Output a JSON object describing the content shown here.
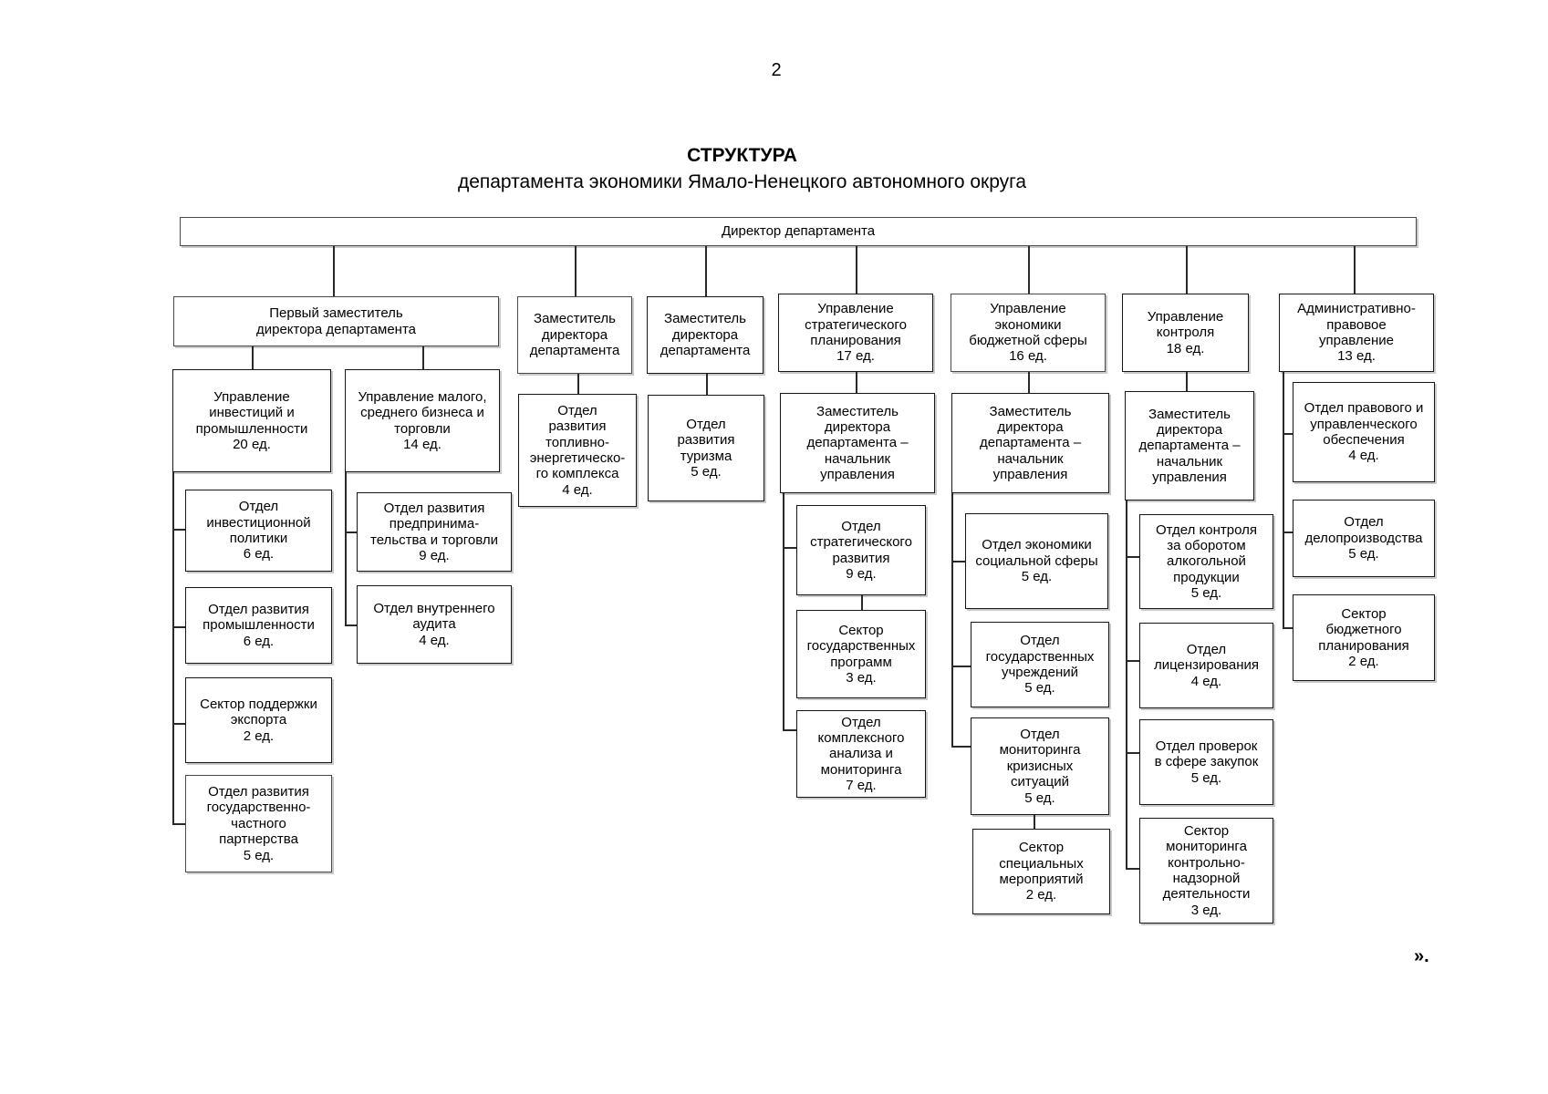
{
  "page": {
    "number": "2",
    "closing_mark": "»."
  },
  "title": {
    "line1": "СТРУКТУРА",
    "line2": "департамента экономики Ямало-Ненецкого автономного округа"
  },
  "nodes": {
    "director": "Директор департамента",
    "first_deputy": "Первый заместитель\nдиректора департамента",
    "deputy_fuel": "Заместитель\nдиректора\nдепартамента",
    "deputy_tourism": "Заместитель\nдиректора\nдепартамента",
    "upr_strategic": "Управление\nстратегического\nпланирования\n17 ед.",
    "upr_budget_economy": "Управление\nэкономики\nбюджетной сферы\n16 ед.",
    "upr_control": "Управление\nконтроля\n18 ед.",
    "upr_admin_legal": "Административно-\nправовое\nуправление\n13 ед.",
    "upr_invest": "Управление\nинвестиций и\nпромышленности\n20 ед.",
    "upr_small_business": "Управление малого,\nсреднего бизнеса и\nторговли\n14 ед.",
    "dep_fuel_energy": "Отдел\nразвития\nтопливно-\nэнергетическо-\nго комплекса\n4 ед.",
    "dep_tourism": "Отдел\nразвития\nтуризма\n5 ед.",
    "deputy_head_strategic": "Заместитель\nдиректора\nдепартамента –\nначальник\nуправления",
    "deputy_head_budget": "Заместитель\nдиректора\nдепартамента –\nначальник\nуправления",
    "deputy_head_control": "Заместитель\nдиректора\nдепартамента –\nначальник\nуправления",
    "dep_invest_policy": "Отдел\nинвестиционной\nполитики\n6 ед.",
    "dep_industry": "Отдел развития\nпромышленности\n6 ед.",
    "sector_export": "Сектор поддержки\nэкспорта\n2 ед.",
    "dep_ppp": "Отдел развития\nгосударственно-\nчастного\nпартнерства\n5 ед.",
    "dep_entrepreneurship": "Отдел развития\nпредпринима-\nтельства и торговли\n9 ед.",
    "dep_internal_audit": "Отдел внутреннего\nаудита\n4 ед.",
    "dep_strategic_dev": "Отдел\nстратегического\nразвития\n9 ед.",
    "sector_state_programs": "Сектор\nгосударственных\nпрограмм\n3 ед.",
    "dep_complex_analysis": "Отдел\nкомплексного\nанализа и\nмониторинга\n7 ед.",
    "dep_social_economy": "Отдел экономики\nсоциальной сферы\n5 ед.",
    "dep_state_institutions": "Отдел\nгосударственных\nучреждений\n5 ед.",
    "dep_crisis_monitoring": "Отдел\nмониторинга\nкризисных\nситуаций\n5 ед.",
    "sector_special_events": "Сектор\nспециальных\nмероприятий\n2 ед.",
    "dep_alcohol_control": "Отдел контроля\nза оборотом\nалкогольной\nпродукции\n5 ед.",
    "dep_licensing": "Отдел\nлицензирования\n4 ед.",
    "dep_procurement_checks": "Отдел проверок\nв сфере закупок\n5 ед.",
    "sector_control_monitoring": "Сектор\nмониторинга\nконтрольно-\nнадзорной\nдеятельности\n3 ед.",
    "dep_legal_support": "Отдел правового и\nуправленческого\nобеспечения\n4 ед.",
    "dep_records": "Отдел\nделопроизводства\n5 ед.",
    "sector_budget_planning": "Сектор\nбюджетного\nпланирования\n2 ед."
  }
}
